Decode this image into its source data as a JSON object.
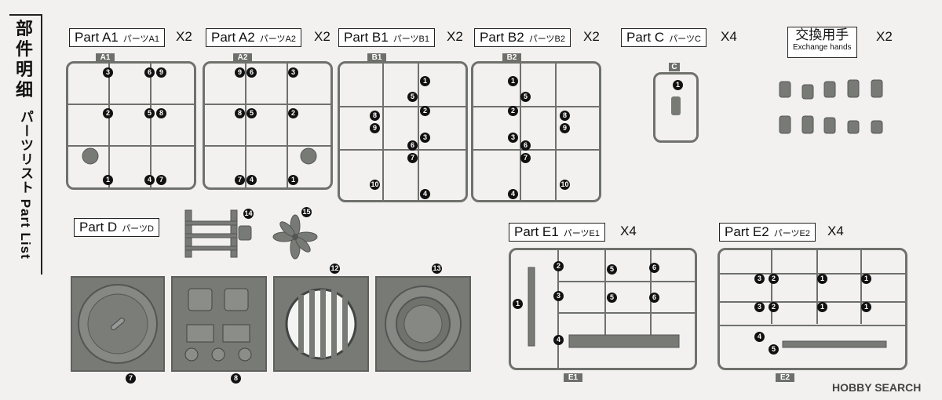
{
  "sidebar": {
    "title": "部件明细",
    "subtitle": "パーツリスト Part List"
  },
  "parts": {
    "a1": {
      "label": "Part A1",
      "jp": "パーツA1",
      "mult": "X2",
      "tag": "A1"
    },
    "a2": {
      "label": "Part A2",
      "jp": "パーツA2",
      "mult": "X2",
      "tag": "A2"
    },
    "b1": {
      "label": "Part B1",
      "jp": "パーツB1",
      "mult": "X2",
      "tag": "B1"
    },
    "b2": {
      "label": "Part B2",
      "jp": "パーツB2",
      "mult": "X2",
      "tag": "B2"
    },
    "c": {
      "label": "Part C",
      "jp": "パーツC",
      "mult": "X4",
      "tag": "C"
    },
    "hands": {
      "label": "交換用手",
      "sub": "Exchange hands",
      "mult": "X2"
    },
    "d": {
      "label": "Part D",
      "jp": "パーツD"
    },
    "e1": {
      "label": "Part E1",
      "jp": "パーツE1",
      "mult": "X4",
      "tag": "E1"
    },
    "e2": {
      "label": "Part E2",
      "jp": "パーツE2",
      "mult": "X4",
      "tag": "E2"
    }
  },
  "numbers": {
    "a1": [
      "3",
      "6",
      "9",
      "2",
      "5",
      "8",
      "1",
      "4",
      "7"
    ],
    "a2": [
      "9",
      "6",
      "3",
      "8",
      "5",
      "2",
      "7",
      "4",
      "1"
    ],
    "b1": [
      "1",
      "5",
      "2",
      "8",
      "9",
      "6",
      "3",
      "7",
      "10",
      "4"
    ],
    "b2": [
      "1",
      "5",
      "2",
      "8",
      "9",
      "6",
      "3",
      "7",
      "10",
      "4"
    ],
    "c": [
      "1"
    ],
    "d": [
      "14",
      "15",
      "12",
      "13",
      "7",
      "8"
    ],
    "e1": [
      "2",
      "5",
      "6",
      "1",
      "3",
      "5",
      "6",
      "4"
    ],
    "e2": [
      "3",
      "2",
      "1",
      "1",
      "3",
      "2",
      "1",
      "1",
      "4",
      "5"
    ]
  },
  "watermark": "HOBBY SEARCH"
}
